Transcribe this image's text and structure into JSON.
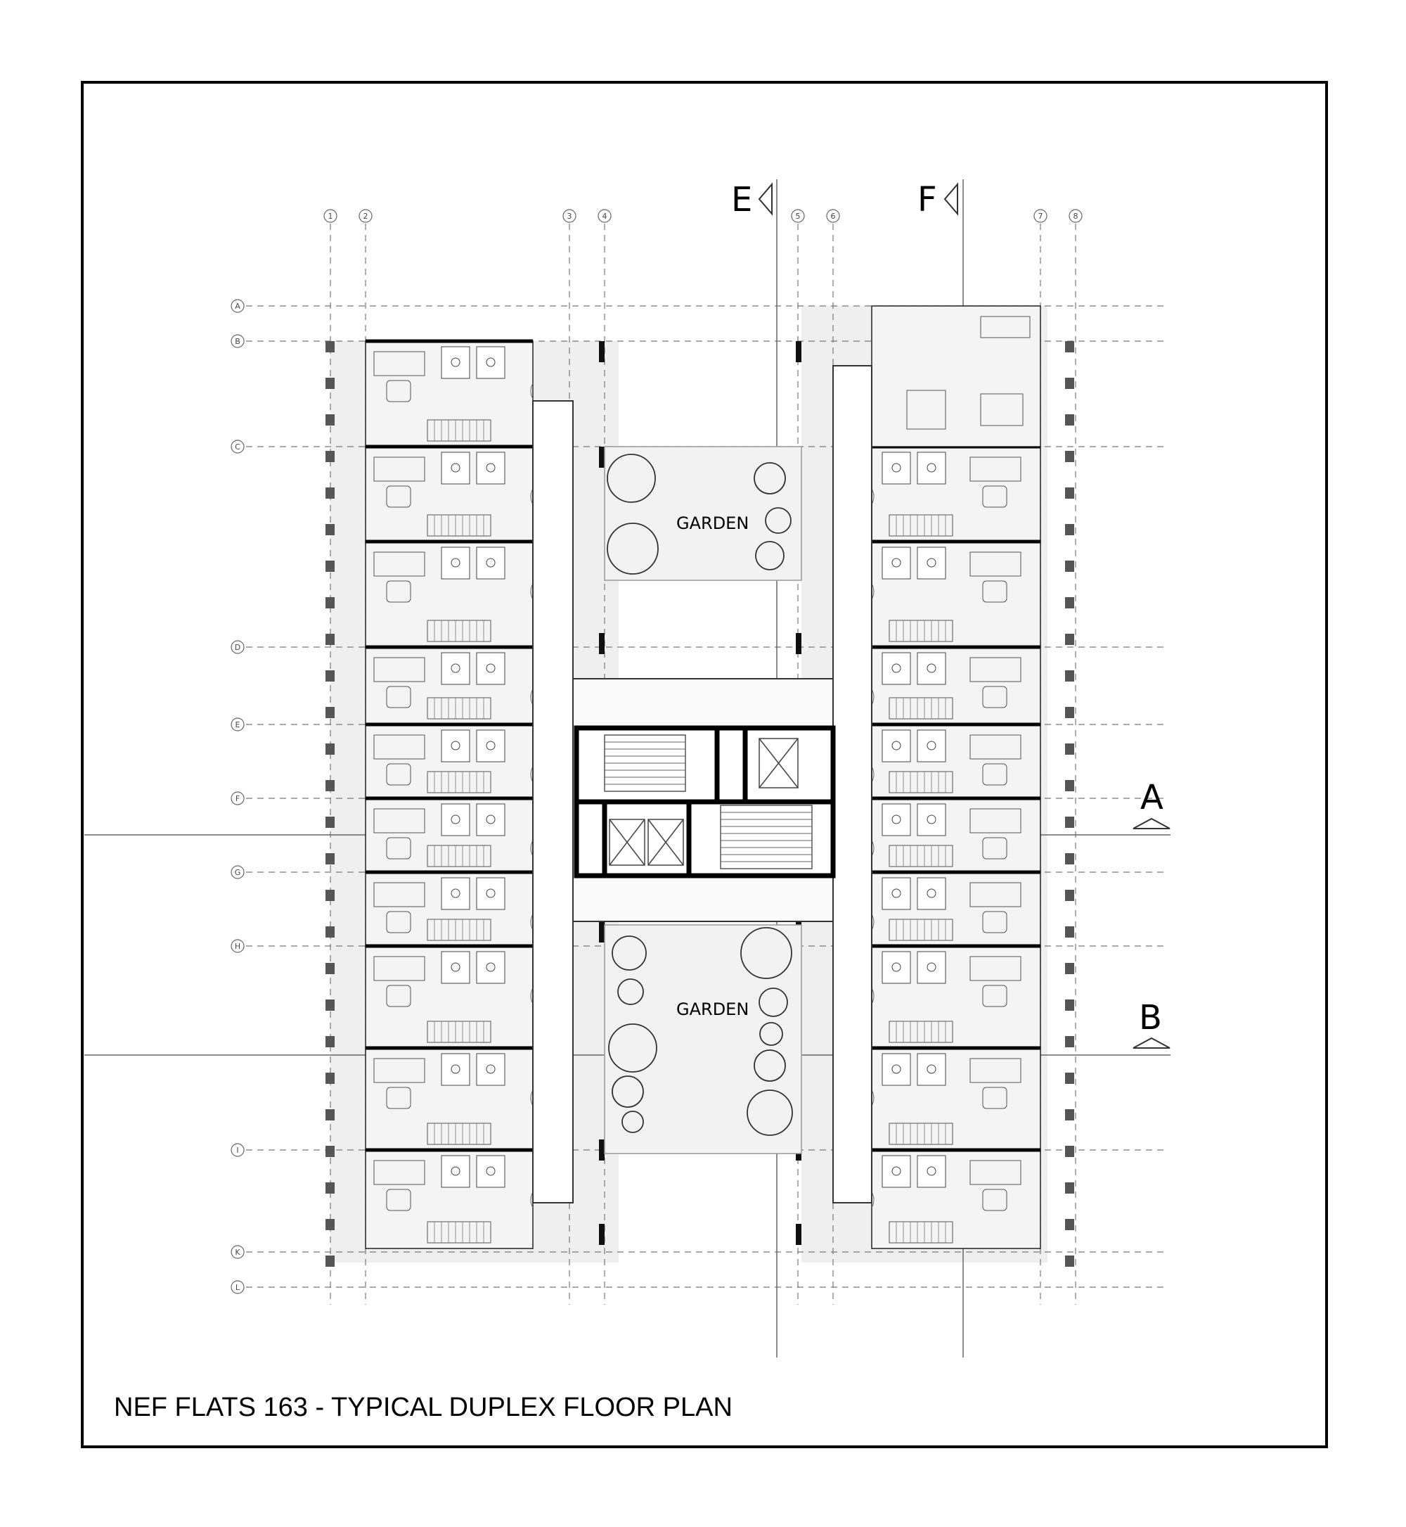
{
  "drawing": {
    "title": "NEF FLATS 163 - TYPICAL  DUPLEX  FLOOR PLAN"
  },
  "grid": {
    "columns": [
      "1",
      "2",
      "3",
      "4",
      "5",
      "6",
      "7",
      "8"
    ],
    "rows": [
      "A",
      "B",
      "C",
      "D",
      "E",
      "F",
      "G",
      "H",
      "I",
      "K",
      "L"
    ]
  },
  "sections": {
    "vertical": [
      "E",
      "F"
    ],
    "horizontal": [
      "A",
      "B"
    ]
  },
  "rooms": {
    "garden_top": "GARDEN",
    "garden_bottom": "GARDEN"
  }
}
